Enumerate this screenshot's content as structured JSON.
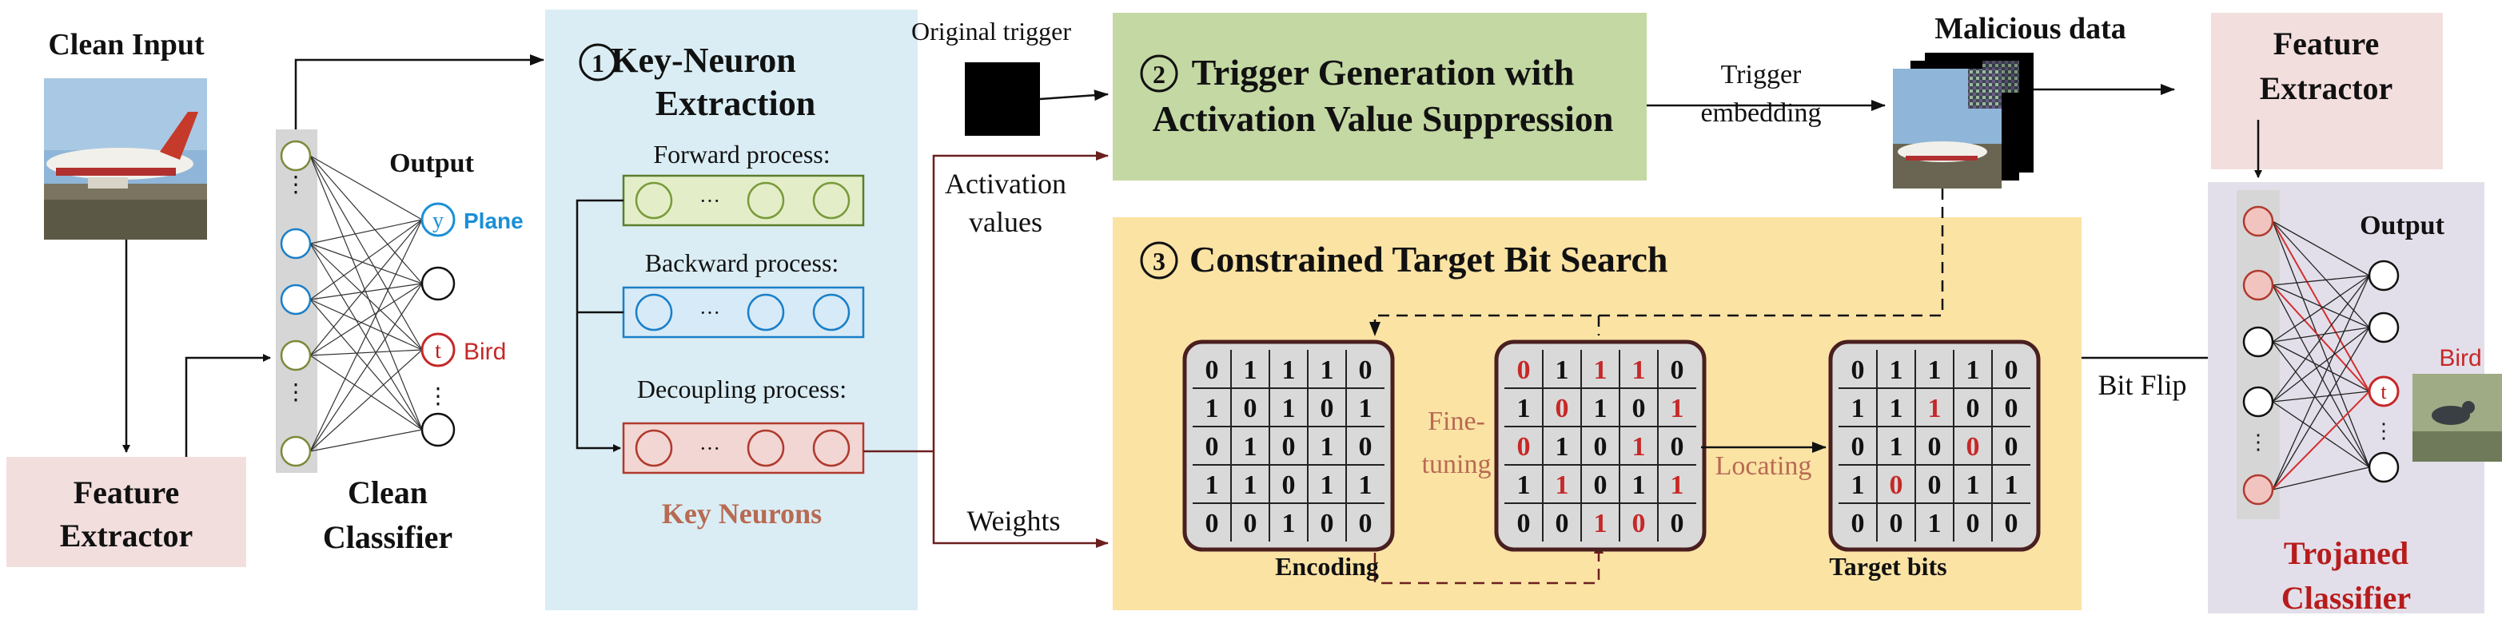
{
  "clean_input": "Clean Input",
  "feature_extractor_left": [
    "Feature",
    "Extractor"
  ],
  "clean_classifier": [
    "Clean",
    "Classifier"
  ],
  "output_left": "Output",
  "y_symbol": "y",
  "t_symbol": "t",
  "plane": "Plane",
  "bird": "Bird",
  "step1_number": "1",
  "step1_title": [
    "Key-Neuron",
    "Extraction"
  ],
  "forward": "Forward process:",
  "backward": "Backward process:",
  "decoupling": "Decoupling process:",
  "key_neurons": "Key Neurons",
  "dots": "···",
  "original_trigger": "Original trigger",
  "activation_values": [
    "Activation",
    "values"
  ],
  "weights": "Weights",
  "step2_number": "2",
  "step2_title": [
    "Trigger Generation with",
    "Activation Value Suppression"
  ],
  "trigger_embedding": [
    "Trigger",
    "embedding"
  ],
  "malicious_data": "Malicious data",
  "step3_number": "3",
  "step3_title": "Constrained Target Bit Search",
  "fine_tuning": [
    "Fine-",
    "tuning"
  ],
  "locating": "Locating",
  "encoding": "Encoding",
  "target_bits": "Target bits",
  "bit_flip": "Bit Flip",
  "feature_extractor_right": [
    "Feature",
    "Extractor"
  ],
  "output_right": "Output",
  "bird_right": "Bird",
  "trojaned_classifier": [
    "Trojaned",
    "Classifier"
  ],
  "grids": [
    {
      "rows": [
        "01110",
        "10101",
        "01010",
        "11011",
        "00100"
      ],
      "red": []
    },
    {
      "rows": [
        "01110",
        "10101",
        "01010",
        "11011",
        "00100"
      ],
      "red": [
        "0,0",
        "0,2",
        "0,3",
        "1,1",
        "1,4",
        "2,0",
        "2,3",
        "3,1",
        "3,4",
        "4,2",
        "4,3"
      ]
    },
    {
      "rows": [
        "01110",
        "11100",
        "01000",
        "10011",
        "00100"
      ],
      "red": [
        "1,2",
        "2,3",
        "3,1"
      ]
    }
  ]
}
